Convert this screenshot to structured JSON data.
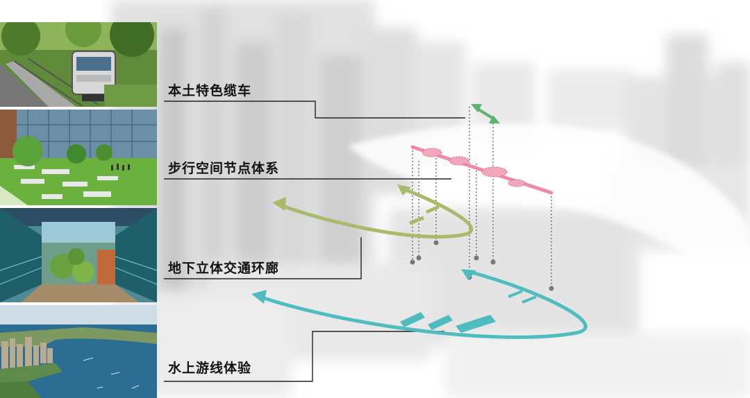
{
  "labels": {
    "cable_car": "本土特色缆车",
    "pedestrian_nodes": "步行空间节点体系",
    "underground_corridor": "地下立体交通环廊",
    "water_tour": "水上游线体验"
  },
  "colors": {
    "cable_car_arrow": "#5cb26e",
    "pedestrian_line": "#f08aa6",
    "underground_loop": "#a7bb6a",
    "water_loop": "#4fbcbf",
    "leader_line": "#222222",
    "dotted_line": "#555555"
  },
  "icons": [
    "double-arrow-icon",
    "loop-arrow-icon"
  ]
}
